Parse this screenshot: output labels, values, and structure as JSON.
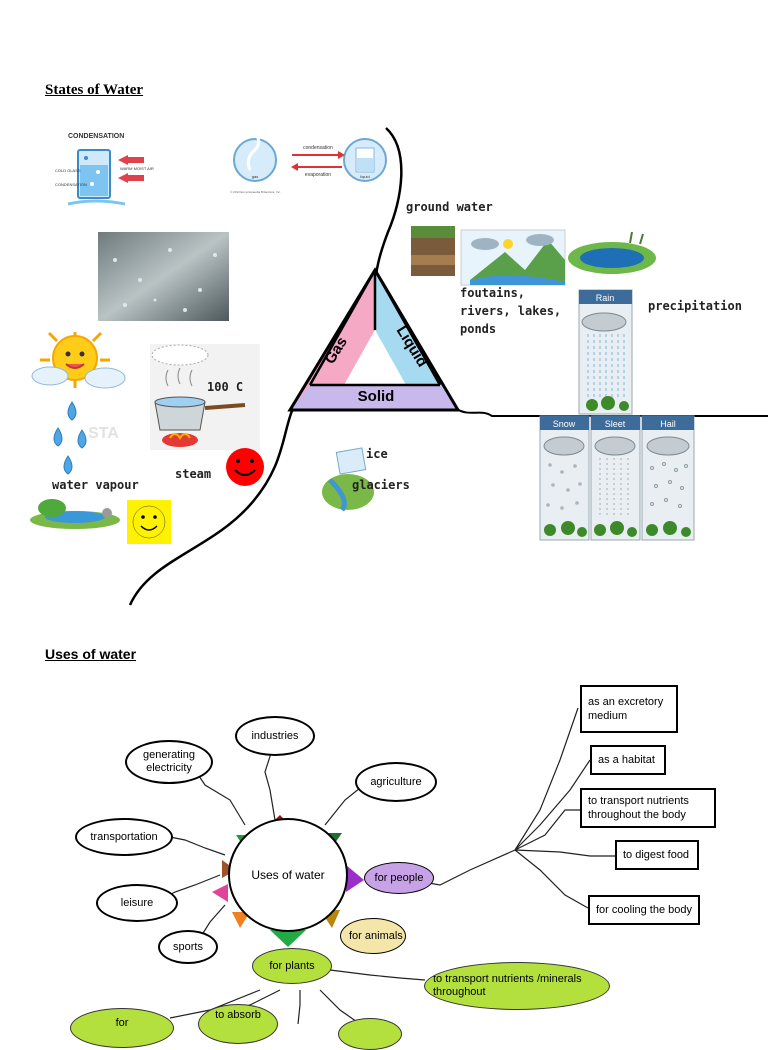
{
  "states": {
    "title": "States of Water",
    "condensation_title": "CONDENSATION",
    "condensation_small": [
      "COLD GLASS",
      "CONDENSATION",
      "WARM MOIST AIR"
    ],
    "cycle_labels": {
      "top": "condensation",
      "bottom": "evaporation",
      "left": "gas",
      "right": "liquid",
      "credit": "© 2013 Encyclopaedia Britannica, Inc."
    },
    "triangle": {
      "gas": "Gas",
      "liquid": "Liquid",
      "solid": "Solid"
    },
    "labels": {
      "ground_water": "ground water",
      "fountains": [
        "foutains,",
        "rivers, lakes,",
        "ponds"
      ],
      "precipitation": "precipitation",
      "temp": "100 C",
      "steam": "steam",
      "water_vapour": "water vapour",
      "ice": "ice",
      "glaciers": "glaciers"
    },
    "weather_panels": {
      "rain": "Rain",
      "snow": "Snow",
      "sleet": "Sleet",
      "hail": "Hail"
    },
    "watermark": "STA",
    "colors": {
      "gas": "#f6a9c4",
      "liquid": "#a6daf0",
      "solid": "#c9b8ec",
      "panel_header": "#3d6b9a",
      "smiley": "#ff0000",
      "smiley_yellow": "#fff200"
    }
  },
  "uses": {
    "title": "Uses of water",
    "center": "Uses of water",
    "left_ovals": {
      "industries": "industries",
      "generating": "generating electricity",
      "agriculture": "agriculture",
      "transportation": "transportation",
      "leisure": "leisure",
      "sports": "sports"
    },
    "for_people": "for people",
    "for_animals": "for animals",
    "for_plants": "for plants",
    "boxes": [
      "as an excretory medium",
      "as a habitat",
      "to transport nutrients throughout the body",
      "to digest food",
      "for cooling the body"
    ],
    "plant_items": {
      "transport": "to transport nutrients /minerals throughout",
      "absorb": "to absorb",
      "partial": "for"
    },
    "colors": {
      "people": "#c8a2e6",
      "animals": "#f3e6a8",
      "plants": "#b3e03c"
    }
  }
}
